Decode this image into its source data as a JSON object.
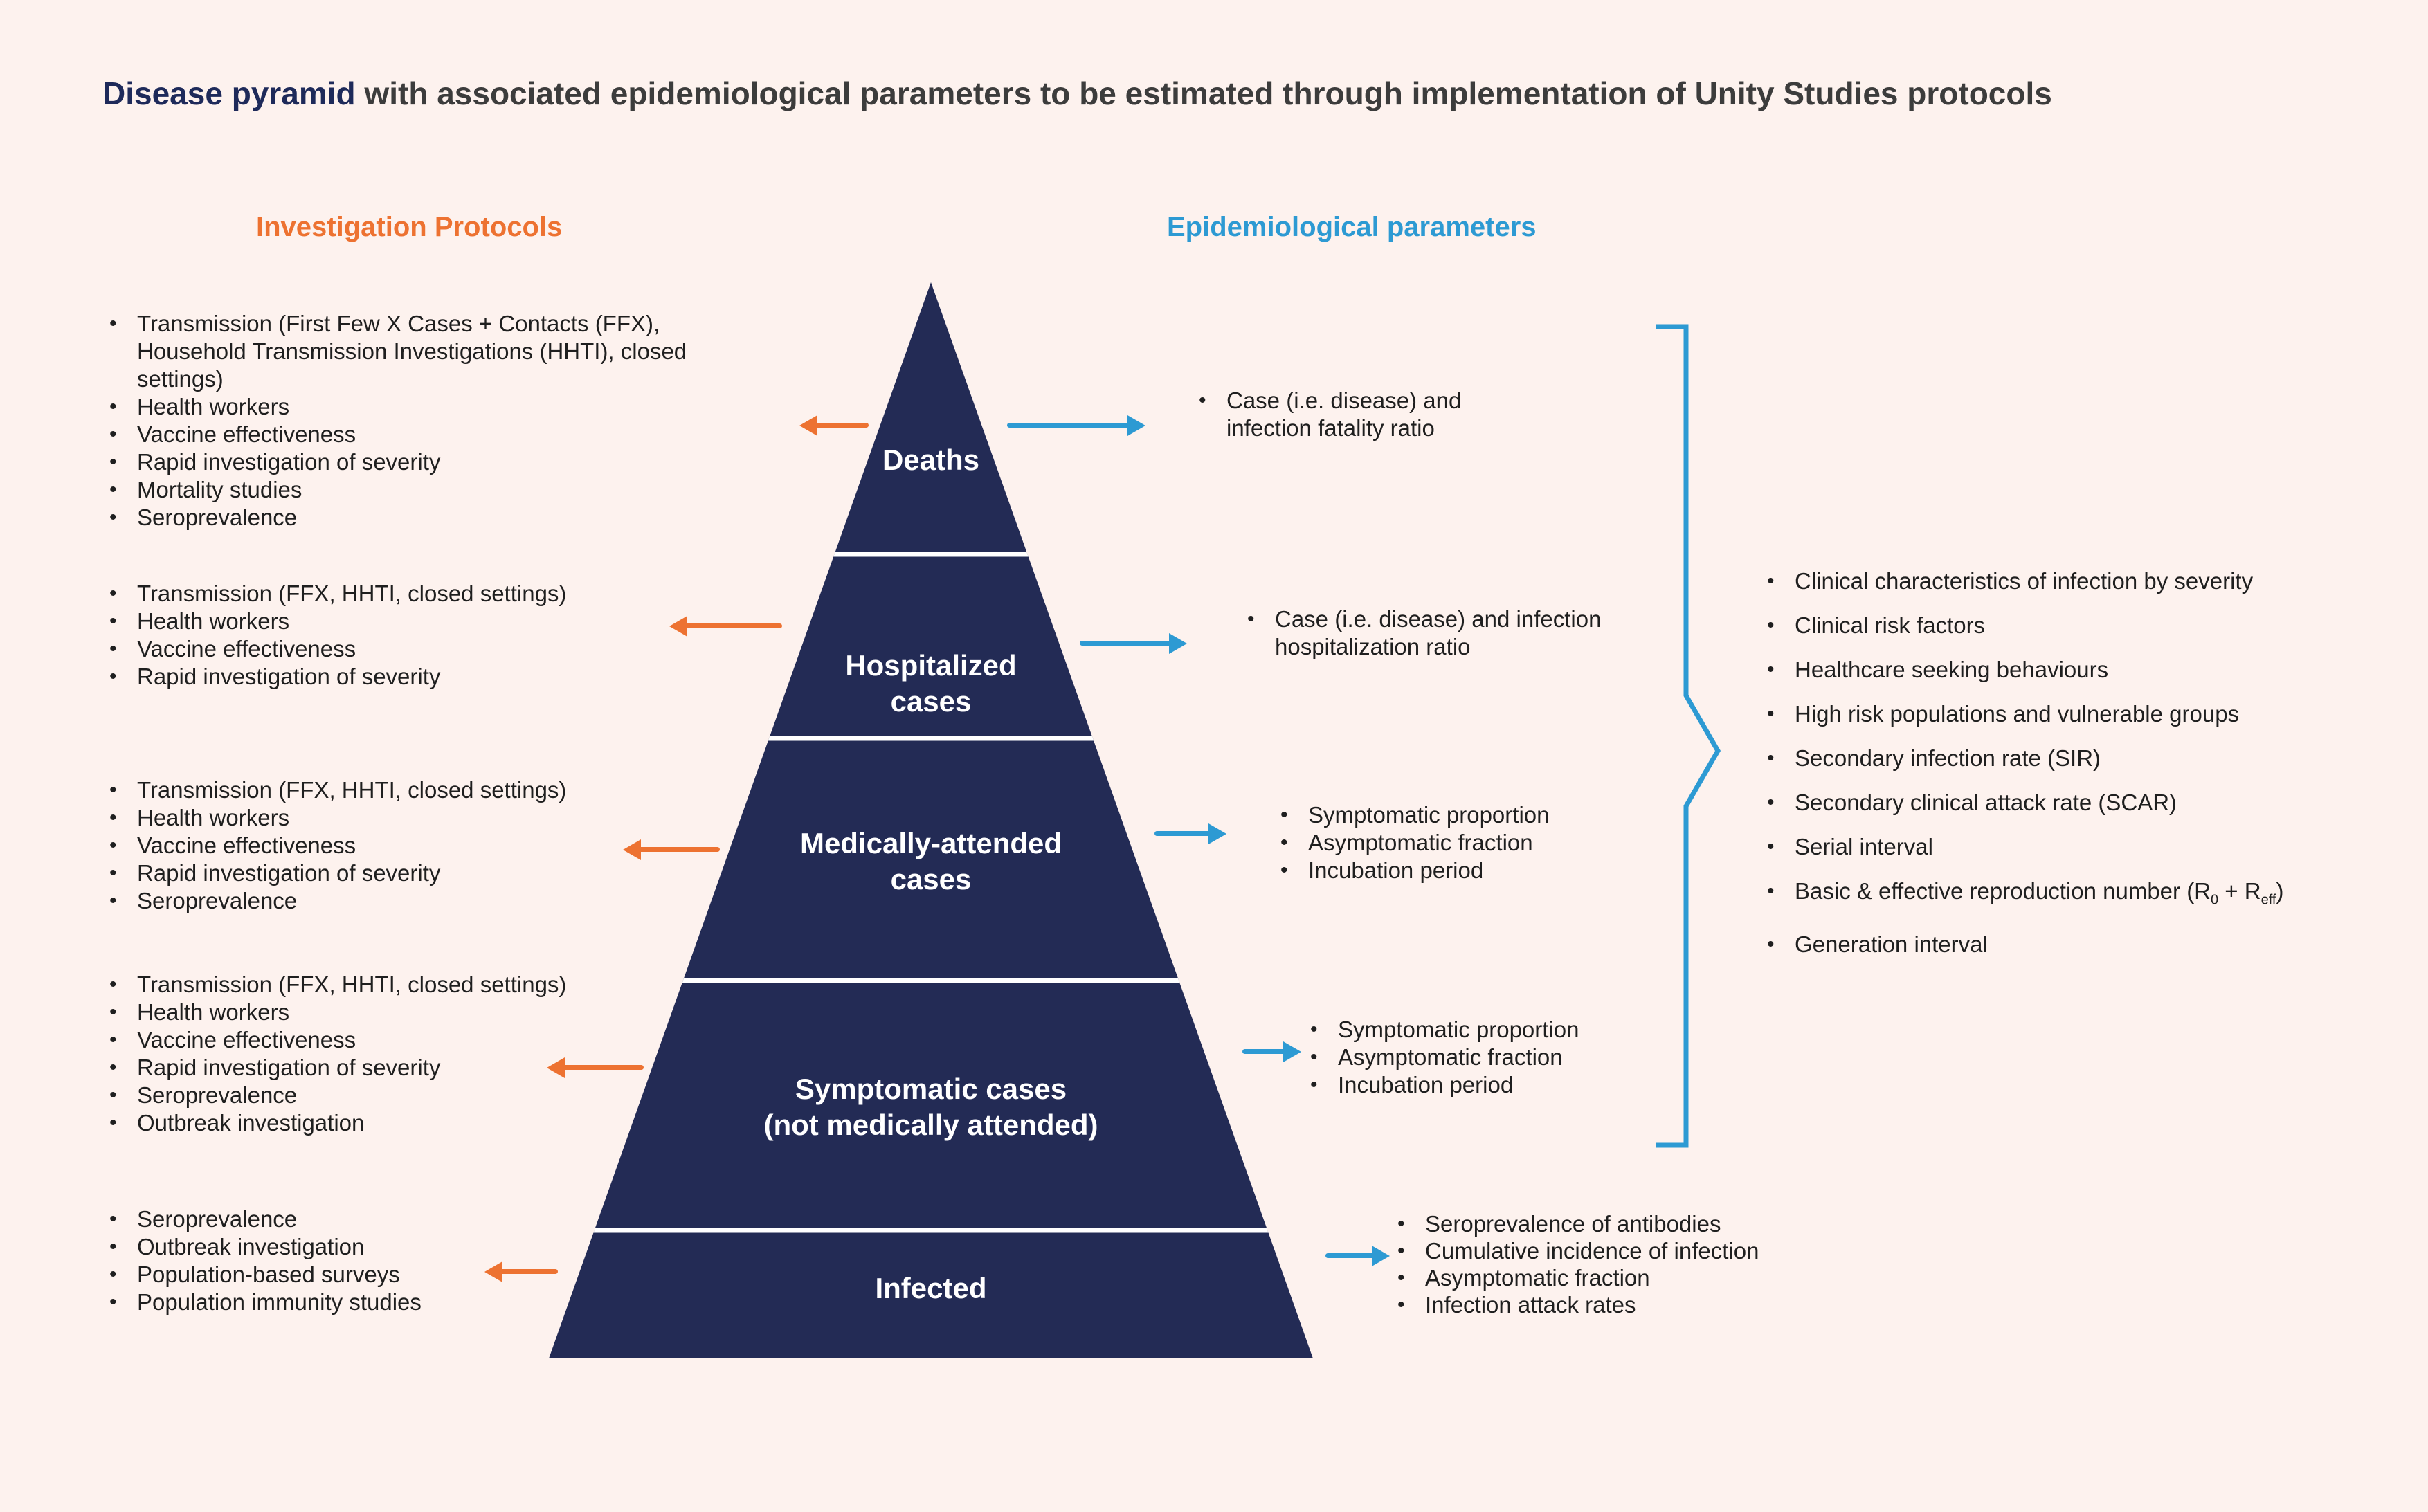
{
  "title": {
    "highlight": "Disease pyramid",
    "rest": " with associated epidemiological parameters to be estimated through implementation of Unity Studies protocols"
  },
  "column_headers": {
    "investigation": "Investigation Protocols",
    "epidemiological": "Epidemiological parameters"
  },
  "colors": {
    "background": "#fdf2ee",
    "pyramid_navy": "#232b55",
    "orange": "#ed7231",
    "blue": "#2d9ad3",
    "title_navy": "#1e2a5a"
  },
  "pyramid": {
    "levels": [
      {
        "name": "deaths",
        "label_lines": [
          "Deaths"
        ],
        "protocols": [
          "Transmission (First Few X Cases + Contacts (FFX), Household Transmission Investigations (HHTI), closed settings)",
          "Health workers",
          "Vaccine effectiveness",
          "Rapid investigation of severity",
          "Mortality studies",
          "Seroprevalence"
        ],
        "parameters": [
          "Case (i.e. disease) and infection fatality ratio"
        ]
      },
      {
        "name": "hospitalized-cases",
        "label_lines": [
          "Hospitalized",
          "cases"
        ],
        "protocols": [
          "Transmission (FFX, HHTI, closed settings)",
          "Health workers",
          "Vaccine effectiveness",
          "Rapid investigation of severity"
        ],
        "parameters": [
          "Case (i.e. disease) and infection hospitalization ratio"
        ]
      },
      {
        "name": "medically-attended-cases",
        "label_lines": [
          "Medically-attended",
          "cases"
        ],
        "protocols": [
          "Transmission (FFX, HHTI, closed settings)",
          "Health workers",
          "Vaccine effectiveness",
          "Rapid investigation of severity",
          "Seroprevalence"
        ],
        "parameters": [
          "Symptomatic proportion",
          "Asymptomatic fraction",
          "Incubation period"
        ]
      },
      {
        "name": "symptomatic-cases",
        "label_lines": [
          "Symptomatic cases",
          "(not medically attended)"
        ],
        "protocols": [
          "Transmission (FFX, HHTI, closed settings)",
          "Health workers",
          "Vaccine effectiveness",
          "Rapid investigation of severity",
          "Seroprevalence",
          "Outbreak investigation"
        ],
        "parameters": [
          "Symptomatic proportion",
          "Asymptomatic fraction",
          "Incubation period"
        ]
      },
      {
        "name": "infected",
        "label_lines": [
          "Infected"
        ],
        "protocols": [
          "Seroprevalence",
          "Outbreak investigation",
          "Population-based surveys",
          "Population immunity studies"
        ],
        "parameters": [
          "Seroprevalence of antibodies",
          "Cumulative incidence of infection",
          "Asymptomatic fraction",
          "Infection attack rates"
        ]
      }
    ]
  },
  "bracket_list": {
    "items": [
      "Clinical characteristics of infection by severity",
      "Clinical risk factors",
      "Healthcare seeking behaviours",
      "High risk populations and vulnerable groups",
      "Secondary infection rate (SIR)",
      "Secondary clinical attack rate (SCAR)",
      "Serial interval",
      {
        "pre": "Basic & effective reproduction number (R",
        "sub_a": "0",
        "mid": " + R",
        "sub_b": "eff",
        "post": ")"
      },
      "Generation interval"
    ]
  }
}
